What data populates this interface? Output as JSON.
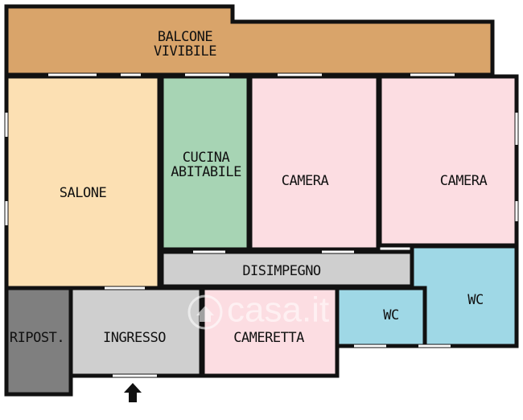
{
  "floor_plan": {
    "rooms": [
      {
        "id": "balcone",
        "label_lines": [
          "BALCONE",
          "VIVIBILE"
        ],
        "color": "#D9A46A"
      },
      {
        "id": "salone",
        "label_lines": [
          "SALONE"
        ],
        "color": "#FCE0B3"
      },
      {
        "id": "cucina",
        "label_lines": [
          "CUCINA",
          "ABITABILE"
        ],
        "color": "#A7D4B4"
      },
      {
        "id": "camera-1",
        "label_lines": [
          "CAMERA"
        ],
        "color": "#FCDDE2"
      },
      {
        "id": "camera-2",
        "label_lines": [
          "CAMERA"
        ],
        "color": "#FCDDE2"
      },
      {
        "id": "disimpegno",
        "label_lines": [
          "DISIMPEGNO"
        ],
        "color": "#CFCFCF"
      },
      {
        "id": "wc-large",
        "label_lines": [
          "WC"
        ],
        "color": "#9FD8E6"
      },
      {
        "id": "wc-small",
        "label_lines": [
          "WC"
        ],
        "color": "#9FD8E6"
      },
      {
        "id": "ripostiglio",
        "label_lines": [
          "RIPOST."
        ],
        "color": "#7F7F7F"
      },
      {
        "id": "ingresso",
        "label_lines": [
          "INGRESSO"
        ],
        "color": "#CFCFCF"
      },
      {
        "id": "cameretta",
        "label_lines": [
          "CAMERETTA"
        ],
        "color": "#FCDDE2"
      }
    ],
    "entrance_arrow": {
      "icon": "arrow-up-icon",
      "color": "#111111"
    },
    "watermark": {
      "text": "casa.it",
      "icon": "house-logo-icon",
      "color": "#FFFFFF"
    }
  }
}
